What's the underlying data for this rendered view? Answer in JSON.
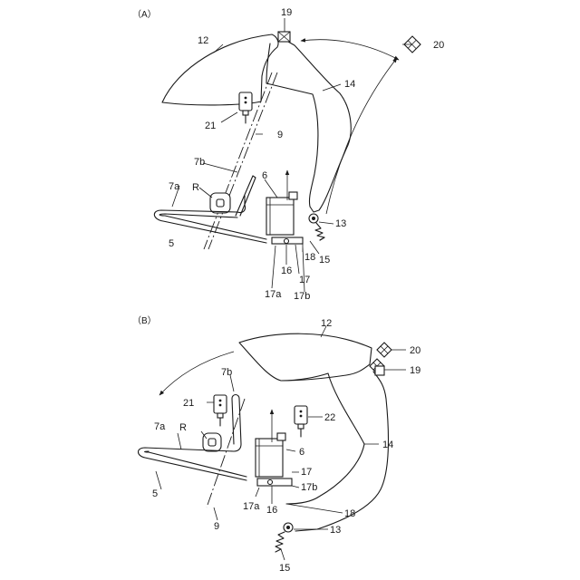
{
  "panels": [
    {
      "label": "（A）",
      "refs": {
        "r12": "12",
        "r19": "19",
        "r20": "20",
        "r14": "14",
        "r21": "21",
        "r9": "9",
        "r7b": "7b",
        "r7a": "7a",
        "rR": "R",
        "r6": "6",
        "r5": "5",
        "r13": "13",
        "r18": "18",
        "r15": "15",
        "r16": "16",
        "r17": "17",
        "r17a": "17a",
        "r17b": "17b"
      }
    },
    {
      "label": "（B）",
      "refs": {
        "r12": "12",
        "r20": "20",
        "r19": "19",
        "r7b": "7b",
        "r21": "21",
        "r22": "22",
        "r7a": "7a",
        "rR": "R",
        "r6": "6",
        "r14": "14",
        "r5": "5",
        "r17": "17",
        "r17a": "17a",
        "r17b": "17b",
        "r16": "16",
        "r18": "18",
        "r9": "9",
        "r13": "13",
        "r15": "15"
      }
    }
  ]
}
